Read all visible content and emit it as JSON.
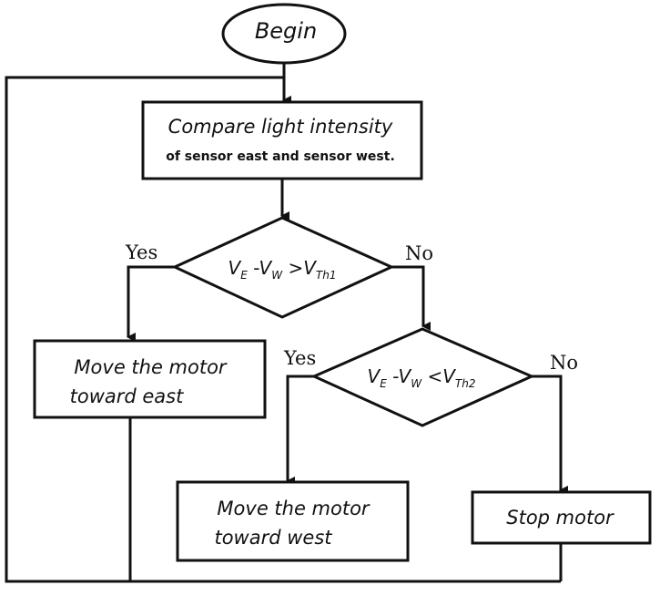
{
  "flowchart": {
    "start": {
      "label": "Begin"
    },
    "compare": {
      "line1": "Compare light intensity",
      "line2": "of sensor east and sensor west."
    },
    "decision1": {
      "v1": "V",
      "s1": "E",
      "mid": " -V",
      "s2": "W",
      "op": " >V",
      "s3": "Th1",
      "yes_label": "Yes",
      "no_label": "No"
    },
    "decision2": {
      "v1": "V",
      "s1": "E",
      "mid": " -V",
      "s2": "W",
      "op": " <V",
      "s3": "Th2",
      "yes_label": "Yes",
      "no_label": "No"
    },
    "move_east": {
      "line1": "Move the motor",
      "line2": "toward east"
    },
    "move_west": {
      "line1": "Move the motor",
      "line2": "toward west"
    },
    "stop": {
      "label": "Stop motor"
    }
  },
  "colors": {
    "stroke": "#111111",
    "background": "#ffffff"
  }
}
